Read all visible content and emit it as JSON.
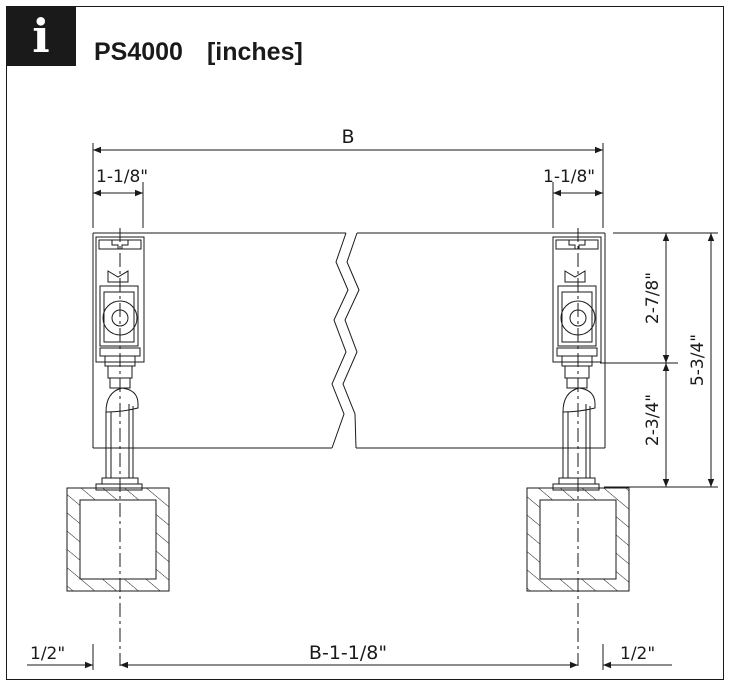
{
  "header": {
    "icon": "info-icon",
    "icon_glyph": "i",
    "model": "PS4000",
    "units": "[inches]"
  },
  "dimensions": {
    "overall_width": "B",
    "left_inset": "1-1/8\"",
    "right_inset": "1-1/8\"",
    "total_height": "5-3/4\"",
    "upper_height": "2-7/8\"",
    "lower_height": "2-3/4\"",
    "bottom_left_offset": "1/2\"",
    "bottom_right_offset": "1/2\"",
    "bottom_span": "B-1-1/8\""
  },
  "colors": {
    "line": "#1a1a1a",
    "badge_bg": "#1a1a1a",
    "background": "#ffffff"
  }
}
